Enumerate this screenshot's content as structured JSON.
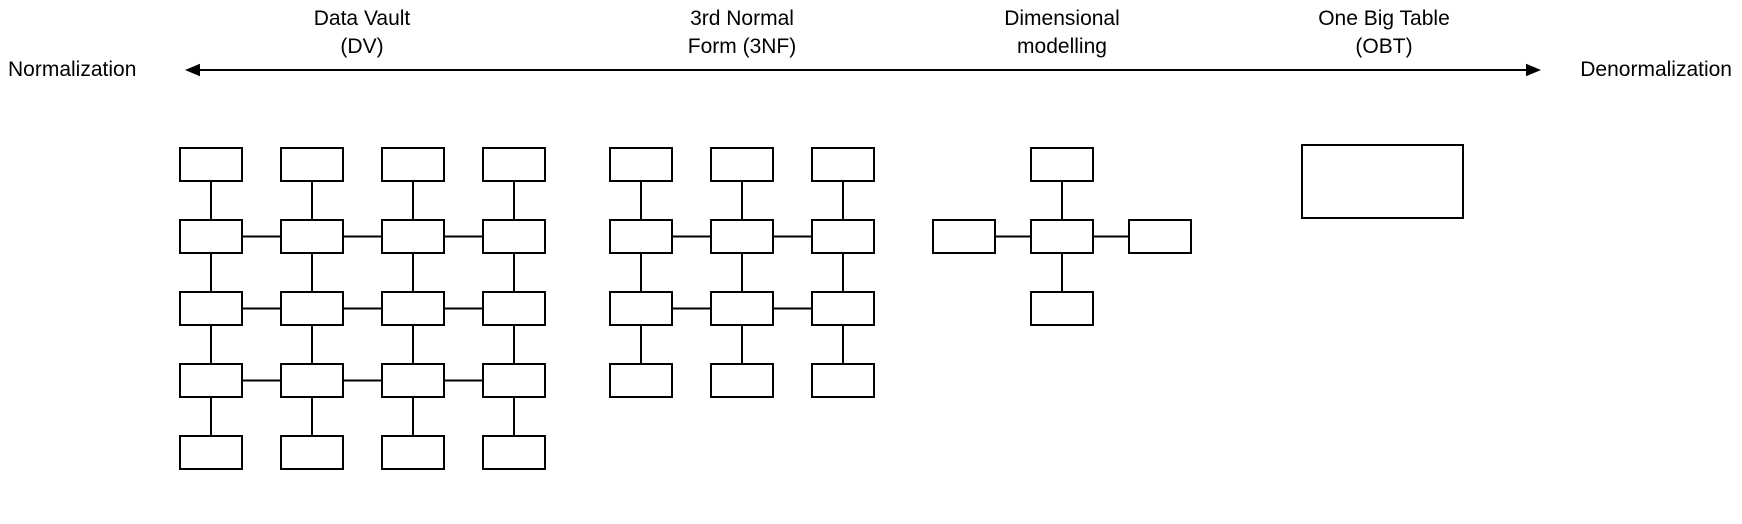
{
  "page": {
    "background": "#ffffff",
    "line_color": "#000000",
    "box_fill": "#ffffff"
  },
  "axis": {
    "left_label": "Normalization",
    "right_label": "Denormalization",
    "arrow_style": "double-headed"
  },
  "models": [
    {
      "id": "data-vault",
      "label_lines": [
        "Data Vault",
        "(DV)"
      ],
      "diagram": {
        "type": "grid",
        "rows": 5,
        "cols": 4,
        "horizontal_link_rows": [
          1,
          2,
          3
        ],
        "box_count": 20
      }
    },
    {
      "id": "3nf",
      "label_lines": [
        "3rd Normal",
        "Form (3NF)"
      ],
      "diagram": {
        "type": "grid",
        "rows": 4,
        "cols": 3,
        "horizontal_link_rows": [
          1,
          2
        ],
        "box_count": 12
      }
    },
    {
      "id": "dimensional",
      "label_lines": [
        "Dimensional",
        "modelling"
      ],
      "diagram": {
        "type": "star",
        "box_count": 5
      }
    },
    {
      "id": "obt",
      "label_lines": [
        "One Big Table",
        "(OBT)"
      ],
      "diagram": {
        "type": "single",
        "box_count": 1
      }
    }
  ]
}
